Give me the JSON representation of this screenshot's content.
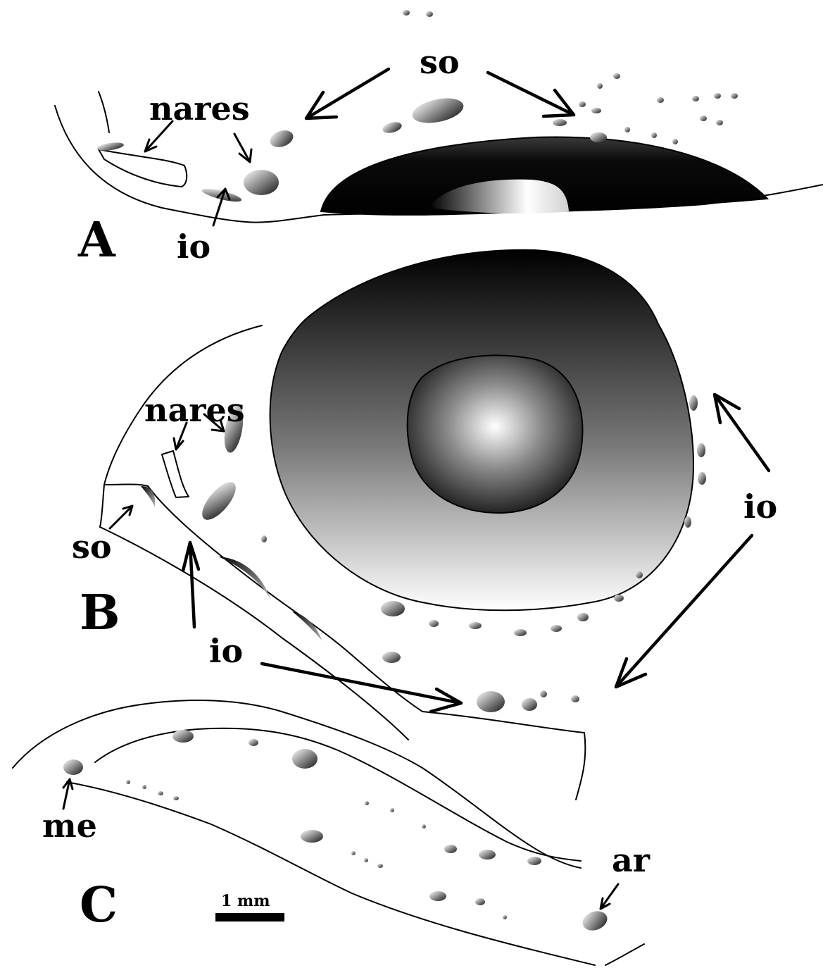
{
  "figure": {
    "panels": {
      "a": "A",
      "b": "B",
      "c": "C"
    },
    "labels": {
      "so_top": "so",
      "nares_a": "nares",
      "io_a": "io",
      "nares_b": "nares",
      "so_b": "so",
      "io_b_right": "io",
      "io_b_bottom": "io",
      "me": "me",
      "ar": "ar"
    },
    "scale_bar": {
      "label": "1 mm"
    },
    "colors": {
      "ink": "#000000",
      "background": "#ffffff",
      "pore_shade": "#2a2a2a"
    }
  }
}
